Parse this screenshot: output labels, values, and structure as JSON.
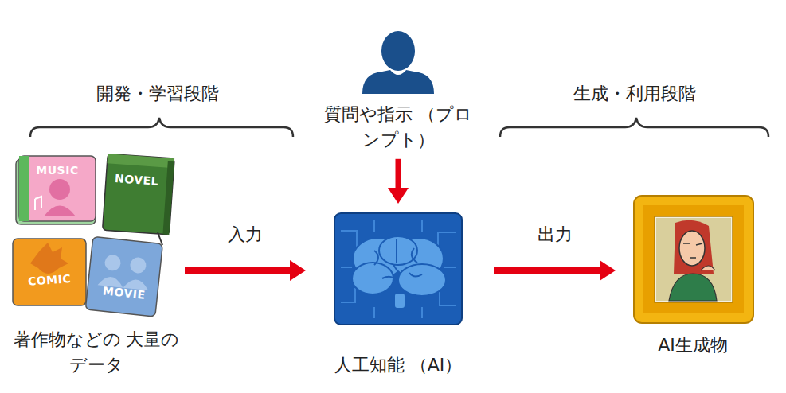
{
  "diagram": {
    "nodes": [
      {
        "text": [
          "著作物などの 大量のデータ"
        ]
      },
      {
        "text": [
          "質問や指示 （プロンプト）"
        ]
      },
      {
        "text": [
          "人工知能 （AI）"
        ]
      },
      {
        "text": [
          "AI生成物"
        ]
      }
    ],
    "edges": [
      {
        "from": 0,
        "to": 2,
        "arrow": "to",
        "label": "入力"
      },
      {
        "from": 1,
        "to": 2,
        "arrow": "to"
      },
      {
        "from": 2,
        "to": 3,
        "arrow": "to",
        "label": "出力"
      }
    ],
    "labels": [
      "開発・学習段階",
      "生成・利用段階",
      "MUSIC",
      "NOVEL",
      "COMIC",
      "MOVIE"
    ]
  }
}
